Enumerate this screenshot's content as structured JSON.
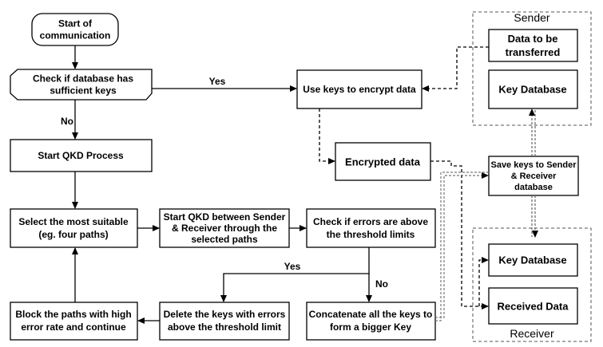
{
  "nodes": {
    "start": [
      "Start of",
      "communication"
    ],
    "check_db": [
      "Check if database has",
      "sufficient keys"
    ],
    "start_qkd": [
      "Start QKD Process"
    ],
    "select_paths": [
      "Select the most suitable",
      "(eg. four paths)"
    ],
    "start_qkd_between": [
      "Start QKD between Sender",
      "& Receiver through the",
      "selected paths"
    ],
    "check_errors": [
      "Check if errors are above",
      "the threshold limits"
    ],
    "block_paths": [
      "Block the paths with high",
      "error rate  and continue"
    ],
    "delete_keys": [
      "Delete the keys with errors",
      "above the threshold limit"
    ],
    "concatenate": [
      "Concatenate all the keys to",
      "form a bigger Key"
    ],
    "use_keys": [
      "Use keys to encrypt data"
    ],
    "encrypted_data": [
      "Encrypted data"
    ],
    "save_keys": [
      "Save keys to Sender",
      "& Receiver",
      "database"
    ],
    "data_transfer": [
      "Data to be",
      "transferred"
    ],
    "sender_key_db": [
      "Key Database"
    ],
    "receiver_key_db": [
      "Key Database"
    ],
    "received_data": [
      "Received Data"
    ]
  },
  "groups": {
    "sender": "Sender",
    "receiver": "Receiver"
  },
  "edge_labels": {
    "yes_top": "Yes",
    "no_left": "No",
    "yes_mid": "Yes",
    "no_mid": "No"
  }
}
